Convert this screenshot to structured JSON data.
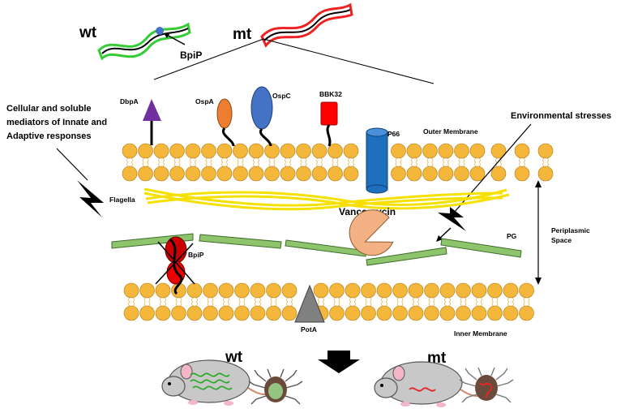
{
  "top": {
    "wt_label": "wt",
    "mt_label": "mt",
    "bpip_label": "BpiP"
  },
  "left_note": {
    "line1": "Cellular and soluble",
    "line2": "mediators of Innate and",
    "line3": "Adaptive responses"
  },
  "proteins": {
    "dbpa": "DbpA",
    "ospa": "OspA",
    "ospc": "OspC",
    "bbk32": "BBK32",
    "p66": "P66",
    "bpip": "BpiP",
    "pota": "PotA"
  },
  "regions": {
    "outer_membrane": "Outer Membrane",
    "inner_membrane": "Inner Membrane",
    "flagella": "Flagella",
    "pg": "PG",
    "periplasmic_line1": "Periplasmic",
    "periplasmic_line2": "Space",
    "vancomycin": "Vancomycin",
    "environmental_stresses": "Environmental stresses"
  },
  "bottom": {
    "wt_label": "wt",
    "mt_label": "mt"
  },
  "colors": {
    "lipid_head": "#f4b63b",
    "lipid_tail": "#e8b040",
    "pg_bar": "#8dc46c",
    "flagella": "#f5e000",
    "dbpa": "#7030a0",
    "ospa": "#ed7d31",
    "ospc": "#4472c4",
    "bbk32": "#ff0000",
    "p66": "#1f6fbf",
    "bpip": "#cc0000",
    "pota": "#808080",
    "vancomycin": "#f4b183",
    "wt_cell": "#33cc33",
    "mt_cell": "#ee2222"
  }
}
